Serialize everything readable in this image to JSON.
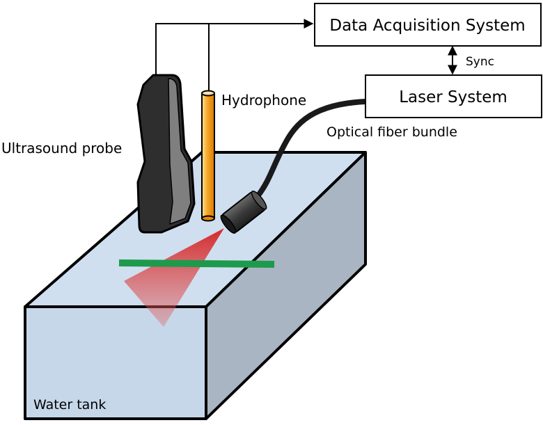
{
  "labels": {
    "daq": "Data Acquisition System",
    "laser": "Laser System",
    "sync": "Sync",
    "fiber": "Optical fiber bundle",
    "hydrophone": "Hydrophone",
    "probe": "Ultrasound probe",
    "tank": "Water tank"
  },
  "colors": {
    "tank_top": "#cfdff0",
    "tank_front": "#c6d7ea",
    "tank_side": "#a9b5c2",
    "outline": "#000000",
    "probe_body": "#2e2e2e",
    "probe_face": "#7f7f7f",
    "hydrophone_light": "#ffcc66",
    "hydrophone_dark": "#e8870a",
    "laser_beam": "#d93030",
    "target_line": "#1e9a4c",
    "fiber": "#1a1a1a",
    "laser_head": "#3a3a3a"
  }
}
